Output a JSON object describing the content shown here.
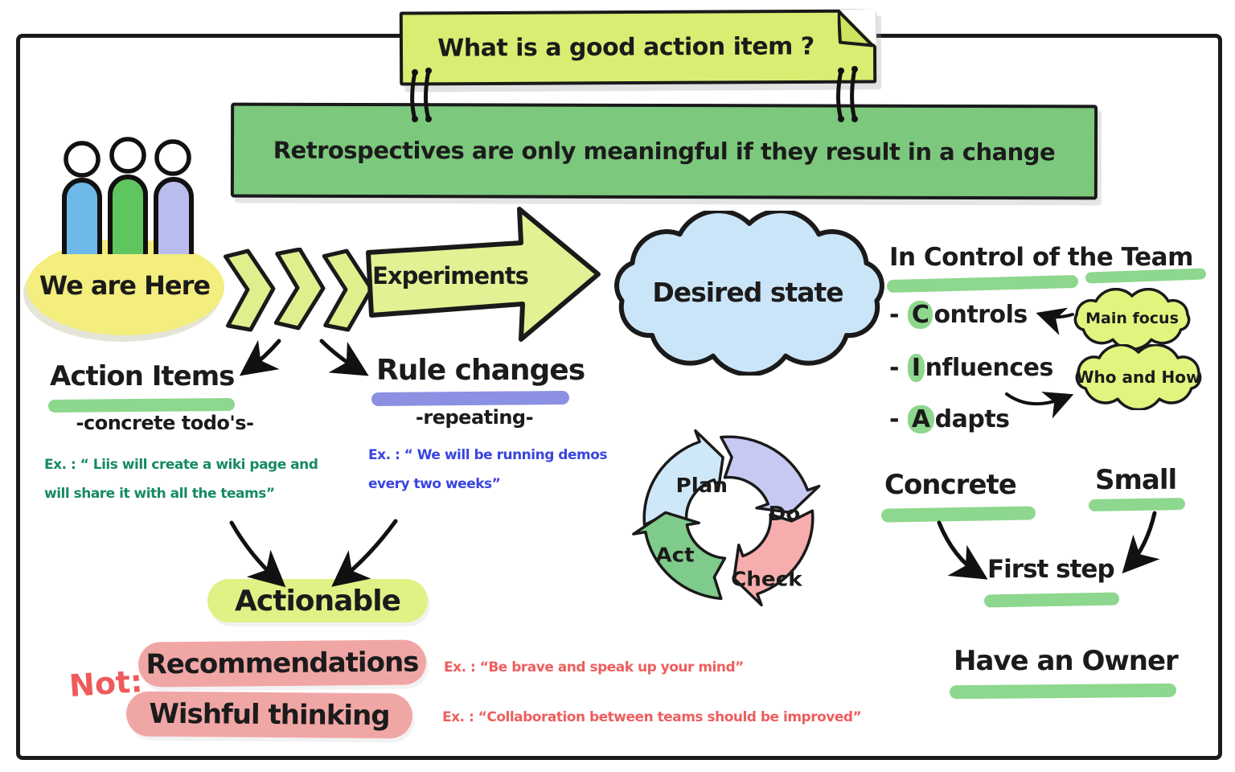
{
  "title_note": {
    "text": "What is  a good action item ?"
  },
  "banner": {
    "text": "Retrospectives are only meaningful if they result in a change"
  },
  "we_are_here": {
    "label": "We are Here"
  },
  "experiments_arrow": {
    "label": "Experiments"
  },
  "desired_state_cloud": {
    "label": "Desired state"
  },
  "in_control": {
    "heading": "In Control of the Team",
    "items": [
      {
        "prefix": "- ",
        "first_letter": "C",
        "rest": "ontrols"
      },
      {
        "prefix": "- ",
        "first_letter": "I",
        "rest": "nfluences"
      },
      {
        "prefix": "- ",
        "first_letter": "A",
        "rest": "dapts"
      }
    ],
    "main_focus_label": "Main focus",
    "who_and_how_label": "Who and How"
  },
  "action_items": {
    "heading": "Action Items",
    "subtitle": "-concrete todo's-",
    "example_line1": "Ex. : “ Liis will create a wiki page and",
    "example_line2": "will share it with all the teams”"
  },
  "rule_changes": {
    "heading": "Rule changes",
    "subtitle": "-repeating-",
    "example_line1": "Ex. : “ We will be running demos",
    "example_line2": "every two weeks”"
  },
  "actionable": {
    "label": "Actionable"
  },
  "not_section": {
    "label": "Not:",
    "items": [
      "Recommendations",
      "Wishful thinking"
    ],
    "examples": [
      "Ex. : “Be brave and speak up your mind”",
      "Ex. : “Collaboration between teams should be improved”"
    ]
  },
  "qualities": {
    "concrete": "Concrete",
    "small": "Small",
    "first_step": "First step",
    "owner": "Have an Owner"
  },
  "pdca": {
    "segments": [
      {
        "label": "Plan",
        "color": "#cfe8f9"
      },
      {
        "label": "Do",
        "color": "#c8c9f2"
      },
      {
        "label": "Check",
        "color": "#f7adad"
      },
      {
        "label": "Act",
        "color": "#7fcb8b"
      }
    ]
  },
  "colors": {
    "sticky_yellow_green": "#d8ee72",
    "banner_green": "#7cc87d",
    "arrow_yellow_green": "#e0f293",
    "ellipse_yellow": "#f3ee7d",
    "cloud_blue": "#cbe5f8",
    "mini_cloud_green": "#e3f47e",
    "highlight_green": "#8ed78e",
    "underline_purple": "#8b90e3",
    "pill_pink": "#f1a6a6",
    "example_teal": "#168a66",
    "example_blue": "#3a45e0",
    "example_red": "#ed5e5e",
    "person_blue": "#6cb9ea",
    "person_green": "#5fc55e",
    "person_lavender": "#b8bdee"
  }
}
